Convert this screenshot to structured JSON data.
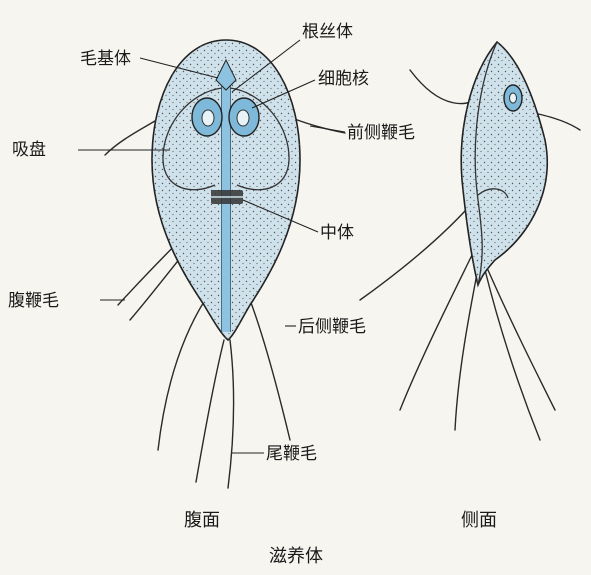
{
  "labels": {
    "basal_body": "毛基体",
    "rhizoplast": "根丝体",
    "nucleus": "细胞核",
    "anterior_lateral_flagellum": "前侧鞭毛",
    "sucking_disc": "吸盘",
    "median_body": "中体",
    "ventral_flagellum": "腹鞭毛",
    "posterior_lateral_flagellum": "后侧鞭毛",
    "caudal_flagellum": "尾鞭毛"
  },
  "captions": {
    "ventral_view": "腹面",
    "lateral_view": "侧面"
  },
  "title": "滋养体",
  "colors": {
    "cell_fill": "#cfe1ea",
    "nucleus_fill": "#7fb9da",
    "ink": "#1a1a1a"
  }
}
